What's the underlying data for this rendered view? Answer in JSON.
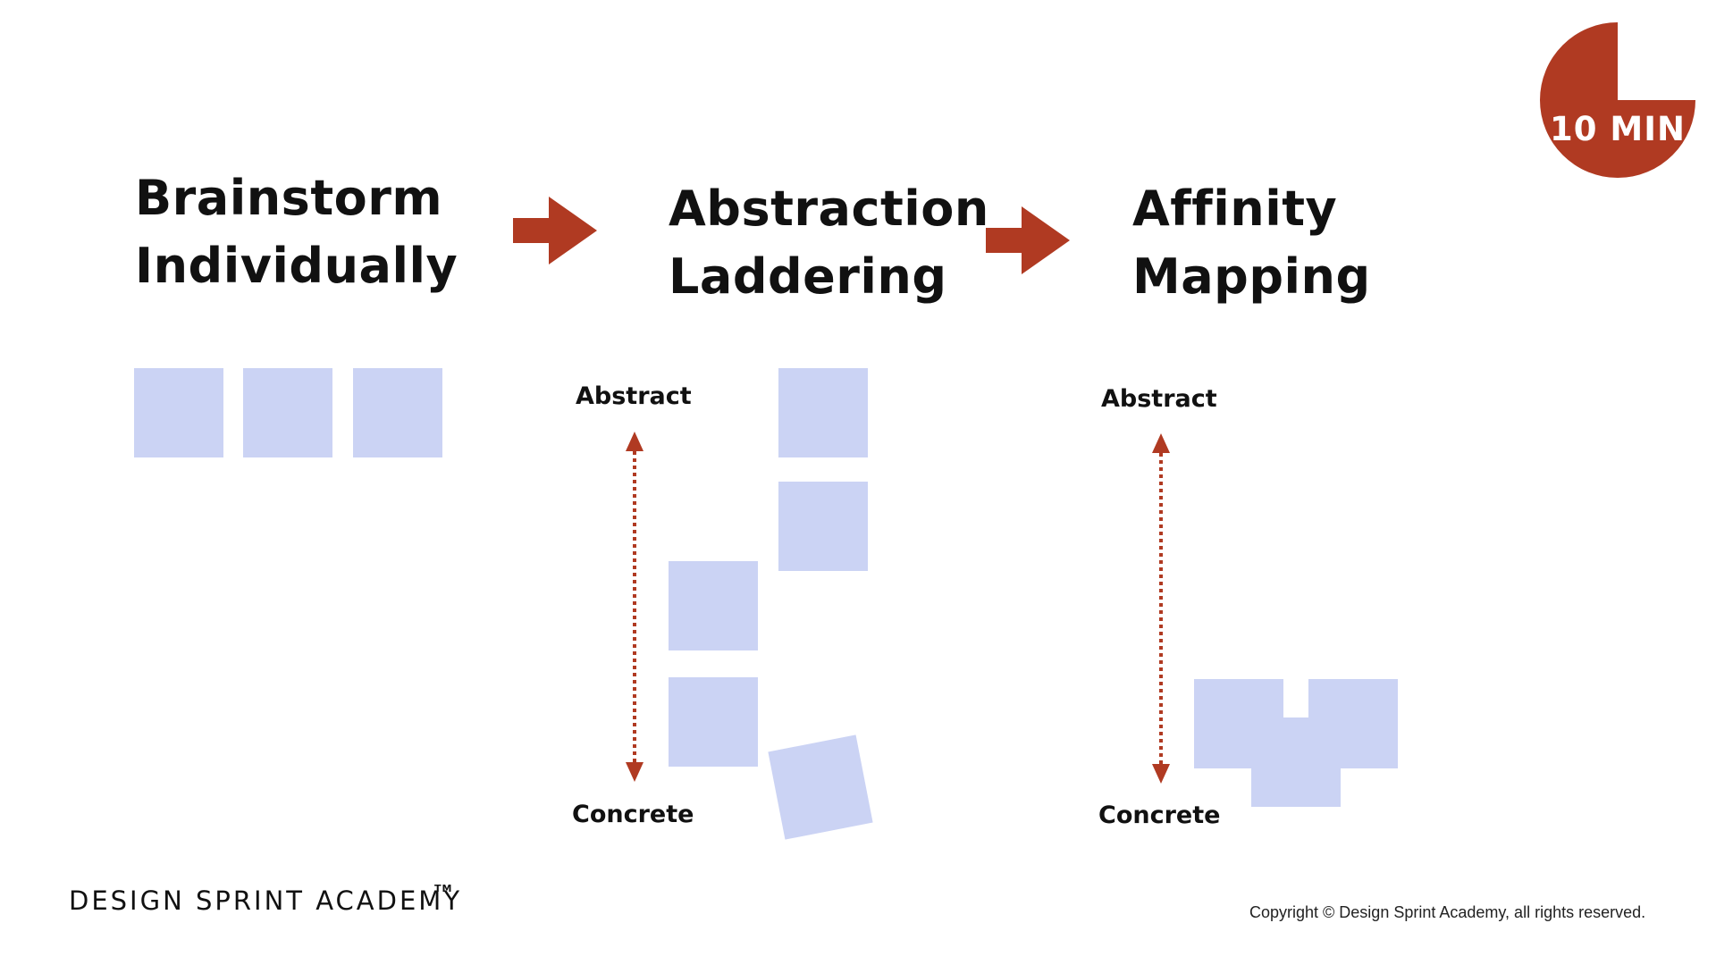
{
  "colors": {
    "accent": "#b03a22",
    "note": "#cbd3f4",
    "text": "#111111"
  },
  "timer": {
    "label": "10 MIN"
  },
  "steps": [
    {
      "line1": "Brainstorm",
      "line2": "Individually"
    },
    {
      "line1": "Abstraction",
      "line2": "Laddering"
    },
    {
      "line1": "Affinity",
      "line2": "Mapping"
    }
  ],
  "scale_labels": {
    "top": "Abstract",
    "bottom": "Concrete"
  },
  "footer": {
    "brand": "DESIGN SPRINT ACADEMY",
    "trademark": "TM",
    "copyright": "Copyright © Design Sprint Academy, all rights reserved."
  },
  "icons": {
    "flow_arrow": "right-arrow-icon",
    "timer": "clock-pie-icon",
    "axis": "double-headed-dotted-arrow-icon"
  }
}
